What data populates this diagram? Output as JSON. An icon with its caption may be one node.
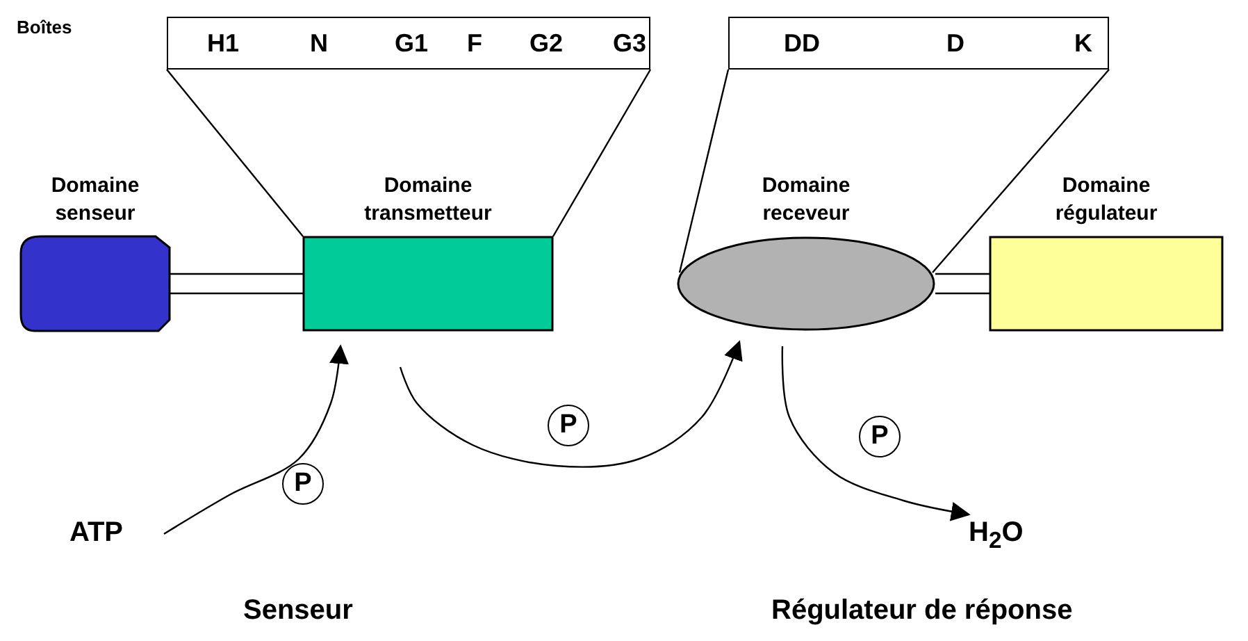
{
  "diagram": {
    "nodes": [
      {
        "text": [
          "H1",
          "N",
          "G1",
          "F",
          "G2",
          "G3"
        ]
      },
      {
        "text": [
          "DD",
          "D",
          "K"
        ]
      },
      {
        "text": [
          "Domaine senseur"
        ]
      },
      {
        "text": [
          "Domaine transmetteur"
        ]
      },
      {
        "text": [
          "Domaine receveur"
        ]
      },
      {
        "text": [
          "Domaine régulateur"
        ]
      },
      {
        "text": [
          "ATP"
        ]
      },
      {
        "text": [
          "H$_{2}$O"
        ]
      },
      {
        "text": [
          "P"
        ]
      },
      {
        "text": [
          "P"
        ]
      },
      {
        "text": [
          "P"
        ]
      }
    ],
    "edges": [
      {
        "from": 0,
        "to": 3,
        "arrow": "none"
      },
      {
        "from": 0,
        "to": 3,
        "arrow": "none"
      },
      {
        "from": 1,
        "to": 4,
        "arrow": "none"
      },
      {
        "from": 1,
        "to": 4,
        "arrow": "none"
      },
      {
        "from": 2,
        "to": 3,
        "arrow": "none"
      },
      {
        "from": 4,
        "to": 5,
        "arrow": "none"
      },
      {
        "from": 6,
        "to": 3,
        "arrow": "to"
      },
      {
        "from": 3,
        "to": 4,
        "arrow": "to"
      },
      {
        "from": 4,
        "to": 7,
        "arrow": "to"
      }
    ],
    "labels": [
      "Boîtes",
      "Senseur",
      "Régulateur de réponse"
    ]
  }
}
